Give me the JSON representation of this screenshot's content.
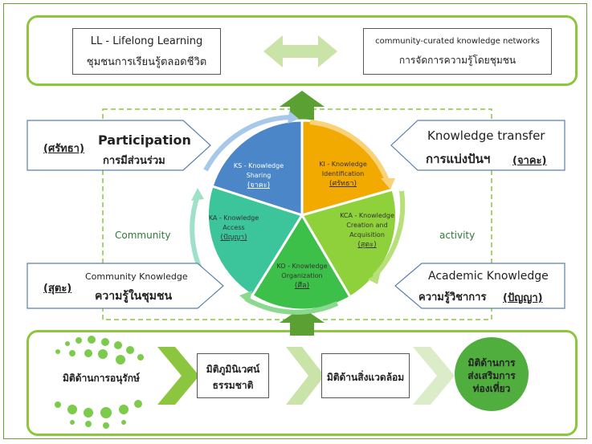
{
  "top": {
    "left_en": "LL - Lifelong Learning",
    "left_th": "ชุมชนการเรียนรู้ตลอดชีวิต",
    "right_en": "community-curated knowledge networks",
    "right_th": "การจัดการความรู้โดยชุมชน"
  },
  "callouts": {
    "participation_tag": "(ศรัทธา)",
    "participation_en": "Participation",
    "participation_th": "การมีส่วนร่วม",
    "transfer_en": "Knowledge transfer",
    "transfer_th": "การแบ่งปันฯ",
    "transfer_tag": "(จาคะ)",
    "community_tag": "(สุตะ)",
    "community_en": "Community Knowledge",
    "community_th": "ความรู้ในชุมชน",
    "academic_en": "Academic Knowledge",
    "academic_th": "ความรู้วิชาการ",
    "academic_tag": "(ปัญญา)"
  },
  "side_labels": {
    "left": "Community",
    "right": "activity"
  },
  "cycle": [
    {
      "l1": "KS - Knowledge",
      "l2": "Sharing",
      "tag": "(จาคะ)",
      "color": "#4a86c8"
    },
    {
      "l1": "KI - Knowledge",
      "l2": "Identification",
      "tag": "(ศรัทธา)",
      "color": "#f2a900"
    },
    {
      "l1": "KCA - Knowledge",
      "l2": "Creation and",
      "l3": "Acquisition",
      "tag": "(สุตะ)",
      "color": "#8fd13a"
    },
    {
      "l1": "KO - Knowledge",
      "l2": "Organization",
      "tag": "(ศีล)",
      "color": "#3cc04a"
    },
    {
      "l1": "KA - Knowledge",
      "l2": "Access",
      "tag": "(ปัญญา)",
      "color": "#3cc49a"
    }
  ],
  "bottom": {
    "step1": "มิติด้านการอนุรักษ์",
    "step2_l1": "มิติภูมินิเวศน์",
    "step2_l2": "ธรรมชาติ",
    "step3": "มิติด้านสิ่งแวดล้อม",
    "step4_l1": "มิติด้านการ",
    "step4_l2": "ส่งเสริมการ",
    "step4_l3": "ท่องเที่ยว"
  },
  "colors": {
    "panel_border": "#8cc63f",
    "arrow": "#5aa032",
    "dash": "#8cc63f"
  }
}
